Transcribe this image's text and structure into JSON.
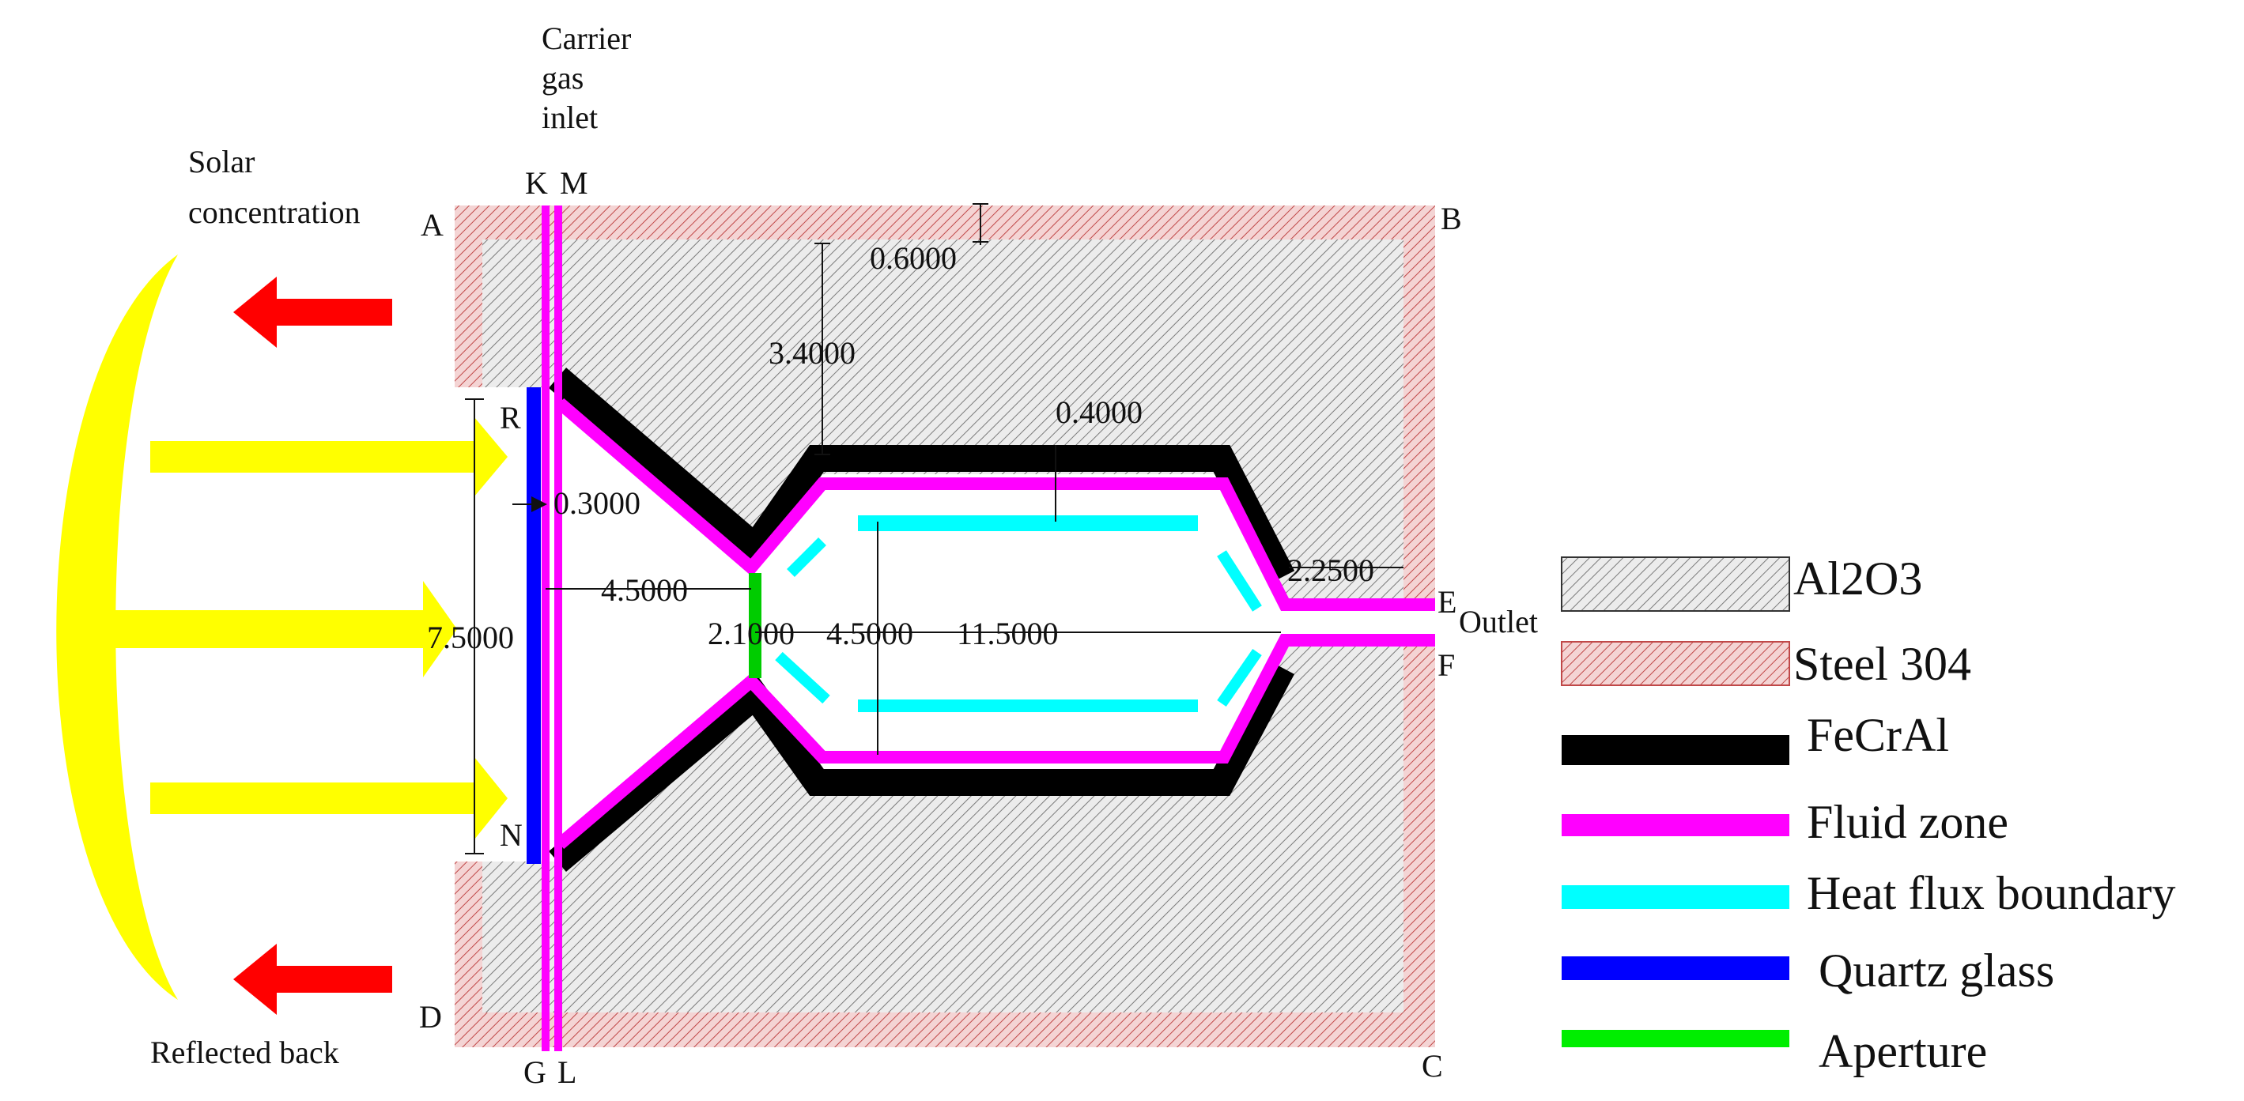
{
  "labels": {
    "carrier": [
      "Carrier",
      "gas",
      "inlet"
    ],
    "solar": [
      "Solar",
      "concentration"
    ],
    "reflected": "Reflected back",
    "outlet": "Outlet",
    "corners": {
      "A": "A",
      "B": "B",
      "C": "C",
      "D": "D",
      "E": "E",
      "F": "F",
      "G": "G",
      "K": "K",
      "L": "L",
      "M": "M",
      "N": "N",
      "R": "R"
    }
  },
  "dimensions": {
    "d060": "0.6000",
    "d340": "3.4000",
    "d040": "0.4000",
    "d030": "0.3000",
    "d450a": "4.5000",
    "d210": "2.1000",
    "d450b": "4.5000",
    "d1150": "11.5000",
    "d225": "2.2500",
    "d750": "7.5000"
  },
  "legend": [
    {
      "label": "Al2O3",
      "kind": "hatch"
    },
    {
      "label": "Steel 304",
      "kind": "steel"
    },
    {
      "label": "FeCrAl",
      "color": "#000000"
    },
    {
      "label": "Fluid zone",
      "color": "#ff00ff"
    },
    {
      "label": "Heat flux boundary",
      "color": "#00ffff"
    },
    {
      "label": "Quartz glass",
      "color": "#0000ff"
    },
    {
      "label": "Aperture",
      "color": "#00ff00"
    }
  ],
  "colors": {
    "solar": "#ffff00",
    "arrow_red": "#ff0000",
    "steel": "#e8a0a0",
    "insulation": "#d8d8d8"
  }
}
